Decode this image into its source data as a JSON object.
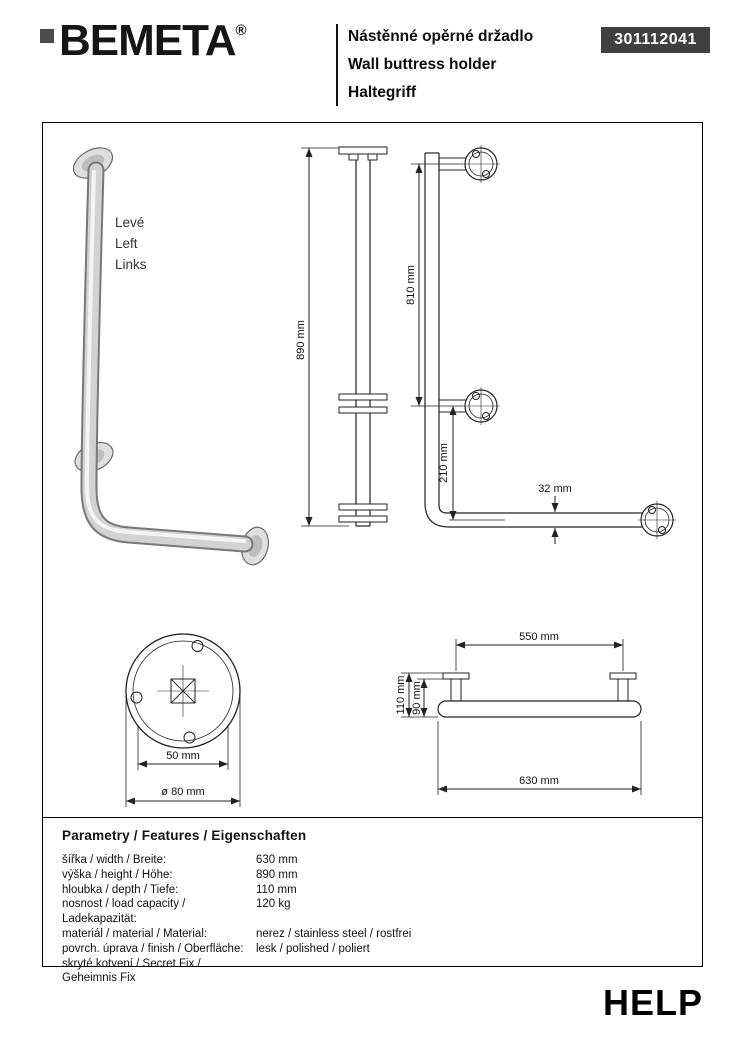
{
  "header": {
    "logo_text": "BEMETA",
    "logo_reg": "®",
    "product_titles": [
      "Nástěnné opěrné držadlo",
      "Wall buttress holder",
      "Haltegriff"
    ],
    "product_code": "301112041"
  },
  "drawings": {
    "orientation_labels": [
      "Levé",
      "Left",
      "Links"
    ],
    "dims": {
      "front_height": "890 mm",
      "side_upper": "810 mm",
      "side_lower": "210 mm",
      "tube_diameter": "32 mm",
      "flange_bolt_circle": "50 mm",
      "flange_diameter": "ø 80 mm",
      "top_span": "550 mm",
      "depth": "110 mm",
      "depth_inner": "90 mm",
      "total_width": "630 mm"
    }
  },
  "parameters": {
    "heading": "Parametry / Features / Eigenschaften",
    "rows": [
      {
        "label": "šířka / width / Breite:",
        "value": "630 mm"
      },
      {
        "label": "výška / height / Höhe:",
        "value": "890 mm"
      },
      {
        "label": "hloubka / depth / Tiefe:",
        "value": "110 mm"
      },
      {
        "label": "nosnost / load capacity / Ladekapazität:",
        "value": "120 kg"
      },
      {
        "label": "materiál / material / Material:",
        "value": "nerez / stainless steel / rostfrei"
      },
      {
        "label": "povrch. úprava / finish / Oberfläche:",
        "value": "lesk / polished / poliert"
      },
      {
        "label": "skryté kotvení / Secret Fix / Geheimnis Fix",
        "value": ""
      }
    ]
  },
  "footer": {
    "series": "HELP"
  }
}
